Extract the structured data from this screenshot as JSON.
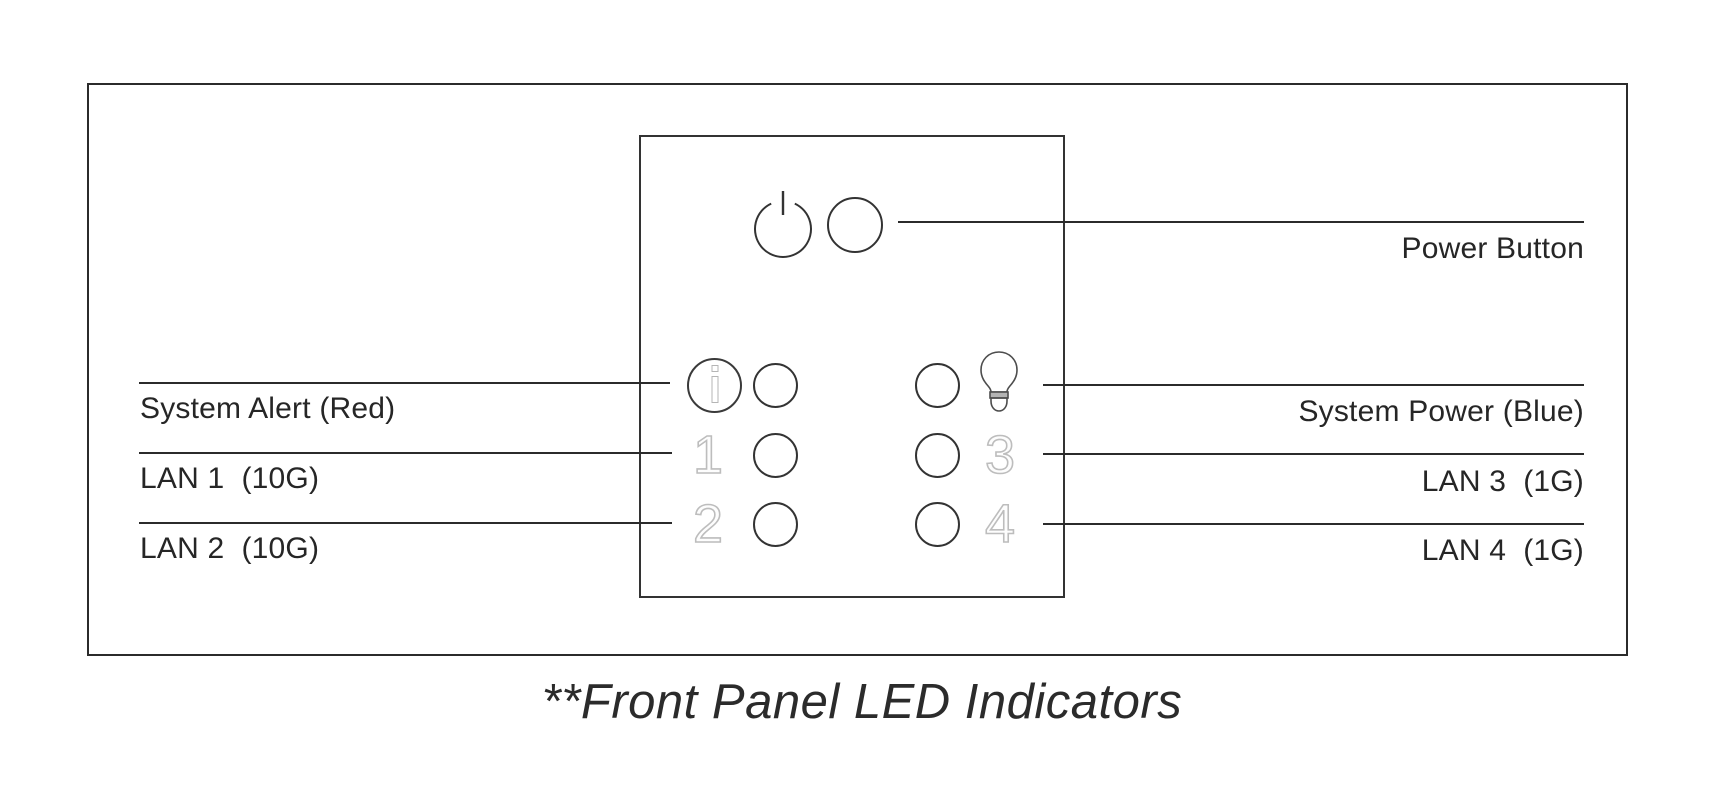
{
  "diagram": {
    "caption": "**Front Panel LED Indicators",
    "callouts": {
      "power_button": "Power Button",
      "left": [
        "System Alert (Red)",
        "LAN 1  (10G)",
        "LAN 2  (10G)"
      ],
      "right": [
        "System Power (Blue)",
        "LAN 3  (1G)",
        "LAN 4  (1G)"
      ]
    },
    "panel": {
      "numbers": [
        "1",
        "2",
        "3",
        "4"
      ],
      "icons": [
        "power-icon",
        "info-icon",
        "light-bulb-icon"
      ]
    },
    "colors": {
      "line": "#2b2b2b",
      "text": "#262626",
      "muted_glyph": "#bdbdbd"
    }
  }
}
